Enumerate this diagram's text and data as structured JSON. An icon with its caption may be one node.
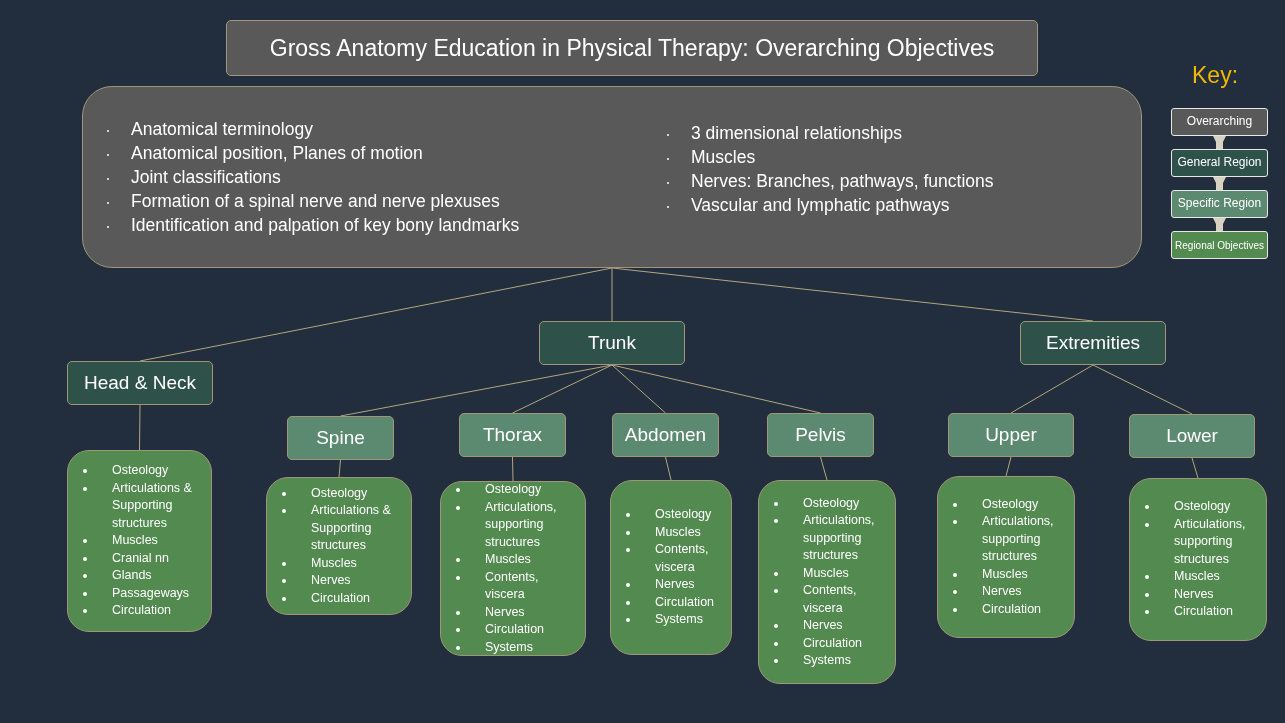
{
  "diagram": {
    "title": "Gross Anatomy Education in Physical Therapy: Overarching Objectives",
    "nodes": [
      {
        "text": [
          "Anatomical terminology",
          "Anatomical position, Planes of motion",
          "Joint classifications",
          "Formation of a spinal nerve and nerve plexuses",
          "Identification and palpation of key bony landmarks",
          "3 dimensional relationships",
          "Muscles",
          "Nerves: Branches, pathways, functions",
          "Vascular and lymphatic pathways"
        ]
      },
      {
        "text": [
          "Head & Neck"
        ]
      },
      {
        "text": [
          "Trunk"
        ]
      },
      {
        "text": [
          "Extremities"
        ]
      },
      {
        "text": [
          "Osteology",
          "Articulations & Supporting structures",
          "Muscles",
          "Cranial nn",
          "Glands",
          "Passageways",
          "Circulation"
        ]
      },
      {
        "text": [
          "Spine"
        ]
      },
      {
        "text": [
          "Thorax"
        ]
      },
      {
        "text": [
          "Abdomen"
        ]
      },
      {
        "text": [
          "Pelvis"
        ]
      },
      {
        "text": [
          "Osteology",
          "Articulations & Supporting structures",
          "Muscles",
          "Nerves",
          "Circulation"
        ]
      },
      {
        "text": [
          "Osteology",
          "Articulations, supporting structures",
          "Muscles",
          "Contents, viscera",
          "Nerves",
          "Circulation",
          "Systems"
        ]
      },
      {
        "text": [
          "Osteology",
          "Muscles",
          "Contents, viscera",
          "Nerves",
          "Circulation",
          "Systems"
        ]
      },
      {
        "text": [
          "Osteology",
          "Articulations, supporting structures",
          "Muscles",
          "Contents, viscera",
          "Nerves",
          "Circulation",
          "Systems"
        ]
      },
      {
        "text": [
          "Upper"
        ]
      },
      {
        "text": [
          "Lower"
        ]
      },
      {
        "text": [
          "Osteology",
          "Articulations, supporting structures",
          "Muscles",
          "Nerves",
          "Circulation"
        ]
      },
      {
        "text": [
          "Osteology",
          "Articulations, supporting structures",
          "Muscles",
          "Nerves",
          "Circulation"
        ]
      },
      {
        "text": [
          "Overarching"
        ]
      },
      {
        "text": [
          "General Region"
        ]
      },
      {
        "text": [
          "Specific Region"
        ]
      },
      {
        "text": [
          "Regional Objectives"
        ]
      }
    ],
    "edges": [
      {
        "from": 0,
        "to": 1,
        "arrow": "none"
      },
      {
        "from": 0,
        "to": 2,
        "arrow": "none"
      },
      {
        "from": 0,
        "to": 3,
        "arrow": "none"
      },
      {
        "from": 1,
        "to": 4,
        "arrow": "none"
      },
      {
        "from": 2,
        "to": 5,
        "arrow": "none"
      },
      {
        "from": 2,
        "to": 6,
        "arrow": "none"
      },
      {
        "from": 2,
        "to": 7,
        "arrow": "none"
      },
      {
        "from": 2,
        "to": 8,
        "arrow": "none"
      },
      {
        "from": 5,
        "to": 9,
        "arrow": "none"
      },
      {
        "from": 6,
        "to": 10,
        "arrow": "none"
      },
      {
        "from": 7,
        "to": 11,
        "arrow": "none"
      },
      {
        "from": 8,
        "to": 12,
        "arrow": "none"
      },
      {
        "from": 3,
        "to": 13,
        "arrow": "none"
      },
      {
        "from": 3,
        "to": 14,
        "arrow": "none"
      },
      {
        "from": 13,
        "to": 15,
        "arrow": "none"
      },
      {
        "from": 14,
        "to": 16,
        "arrow": "none"
      },
      {
        "from": 17,
        "to": 18,
        "arrow": "to",
        "style": "thick",
        "color": "#d8d2c2"
      },
      {
        "from": 18,
        "to": 19,
        "arrow": "to",
        "style": "thick",
        "color": "#d8d2c2"
      },
      {
        "from": 19,
        "to": 20,
        "arrow": "to",
        "style": "thick",
        "color": "#d8d2c2"
      }
    ],
    "labels": [
      "Key:"
    ]
  }
}
